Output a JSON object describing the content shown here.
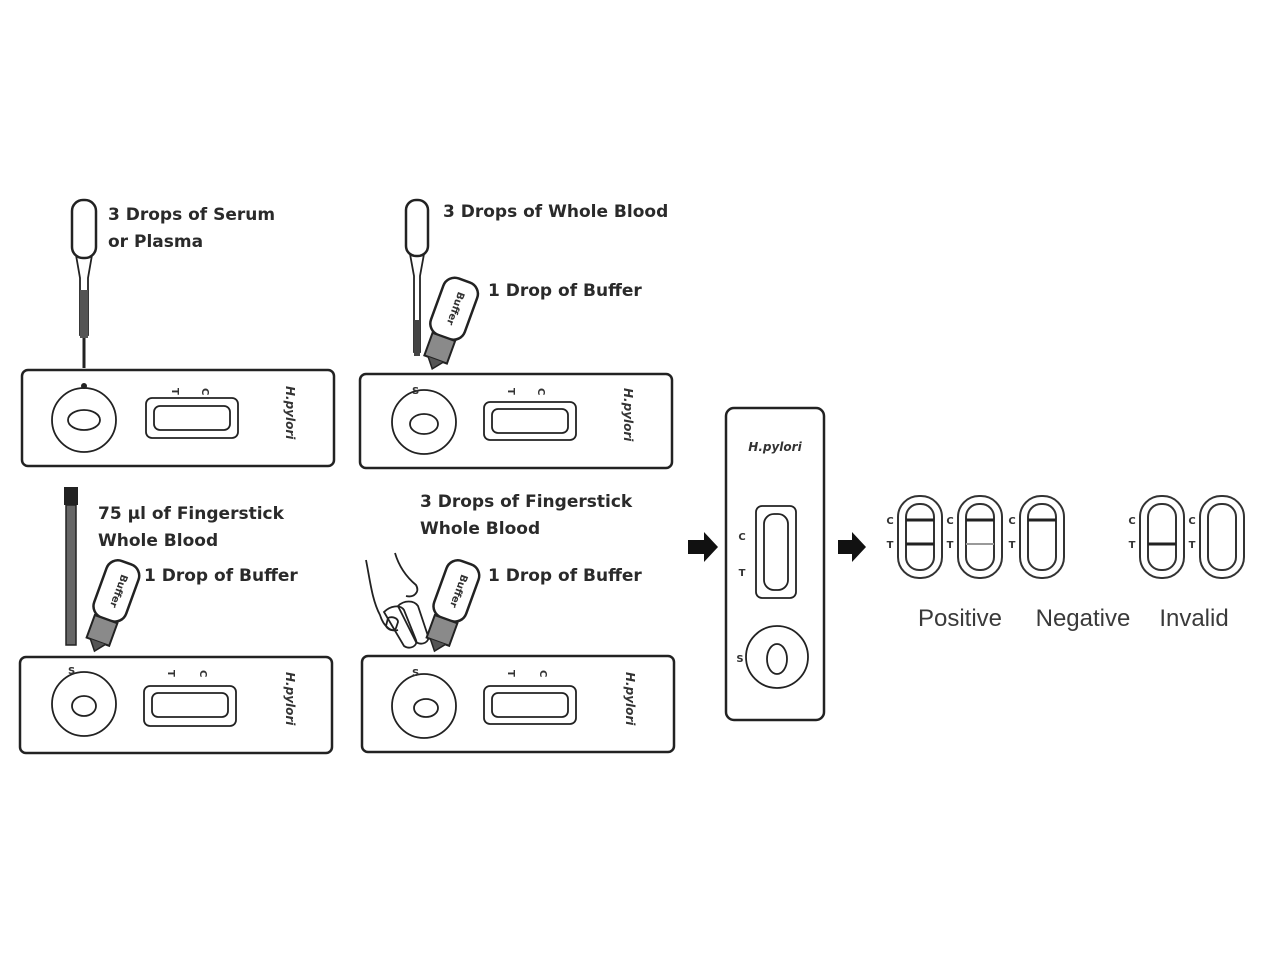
{
  "diagram": {
    "title": "H.pylori rapid test procedure",
    "brand_label": "H.pylori",
    "window_labels": {
      "t": "T",
      "c": "C"
    },
    "buffer_label": "Buffer",
    "sample_marker": "S",
    "steps": [
      {
        "id": "serum-plasma",
        "lines": [
          "3 Drops of Serum",
          "or Plasma"
        ],
        "tool": "dropper"
      },
      {
        "id": "whole-blood",
        "lines": [
          "3 Drops of Whole Blood"
        ],
        "buffer": "1 Drop of Buffer",
        "tool": "dropper"
      },
      {
        "id": "fingerstick-capillary",
        "lines": [
          "75 µl of Fingerstick",
          "Whole Blood"
        ],
        "buffer": "1 Drop of Buffer",
        "tool": "capillary-tube"
      },
      {
        "id": "fingerstick-drops",
        "lines": [
          "3 Drops of Fingerstick",
          "Whole Blood"
        ],
        "buffer": "1 Drop of Buffer",
        "tool": "finger"
      }
    ],
    "reading_cassette": {
      "brand": "H.pylori",
      "c_label": "C",
      "t_label": "T",
      "s_label": "S"
    },
    "results": {
      "c_label": "C",
      "t_label": "T",
      "groups": [
        {
          "label": "Positive",
          "strips": [
            {
              "c": "strong",
              "t": "strong"
            },
            {
              "c": "strong",
              "t": "faint"
            }
          ]
        },
        {
          "label": "Negative",
          "strips": [
            {
              "c": "strong",
              "t": "none"
            }
          ]
        },
        {
          "label": "Invalid",
          "strips": [
            {
              "c": "none",
              "t": "strong"
            },
            {
              "c": "none",
              "t": "none"
            }
          ]
        }
      ]
    },
    "colors": {
      "ink": "#222222",
      "cap_gray": "#7a7a7a",
      "background": "#ffffff"
    }
  }
}
